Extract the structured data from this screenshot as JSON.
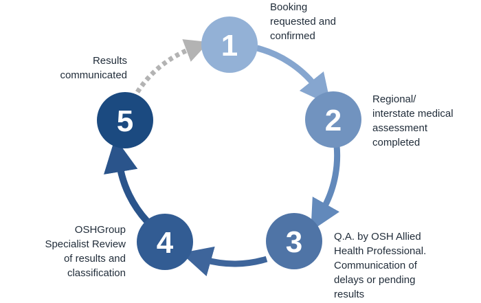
{
  "steps": [
    {
      "number": "1",
      "color": "#93b1d6",
      "lines": [
        "Booking",
        "requested and",
        "confirmed"
      ]
    },
    {
      "number": "2",
      "color": "#7193bf",
      "lines": [
        "Regional/",
        "interstate medical",
        "assessment",
        "completed"
      ]
    },
    {
      "number": "3",
      "color": "#4f74a6",
      "lines": [
        "Q.A. by OSH Allied",
        "Health Professional.",
        "Communication of",
        "delays or pending",
        "results"
      ]
    },
    {
      "number": "4",
      "color": "#325c93",
      "lines": [
        "OSHGroup",
        "Specialist Review",
        "of results and",
        "classification"
      ]
    },
    {
      "number": "5",
      "color": "#1b4a80",
      "lines": [
        "Results",
        "communicated"
      ]
    }
  ],
  "connector_colors": {
    "1-2": "#86a6cf",
    "2-3": "#6289bb",
    "3-4": "#3e659b",
    "4-5": "#2a548b",
    "5-1": "#b3b3b3"
  }
}
